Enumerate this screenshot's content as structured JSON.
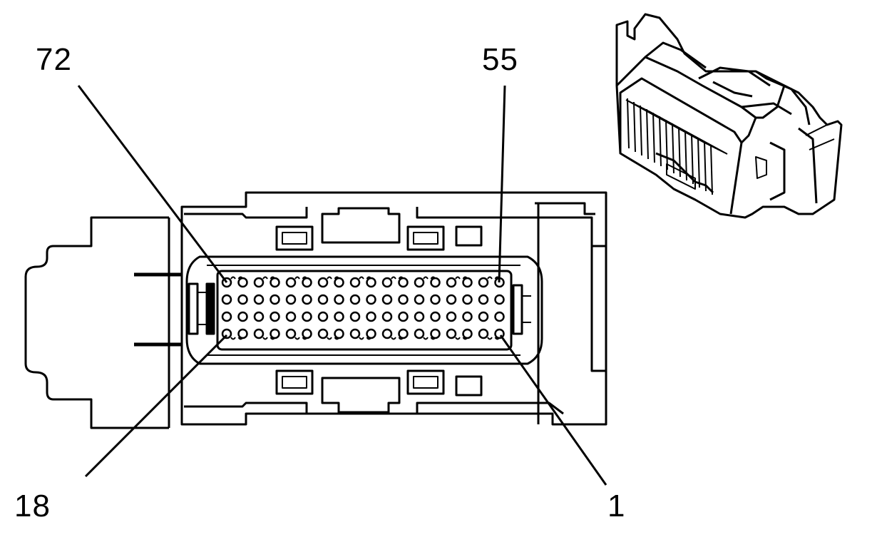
{
  "labels": {
    "pin_72": "72",
    "pin_55": "55",
    "pin_18": "18",
    "pin_1": "1"
  },
  "connector": {
    "pin_rows": 4,
    "pins_per_row": 18,
    "total_pins": 72
  },
  "colors": {
    "line": "#000000",
    "background": "#ffffff"
  }
}
